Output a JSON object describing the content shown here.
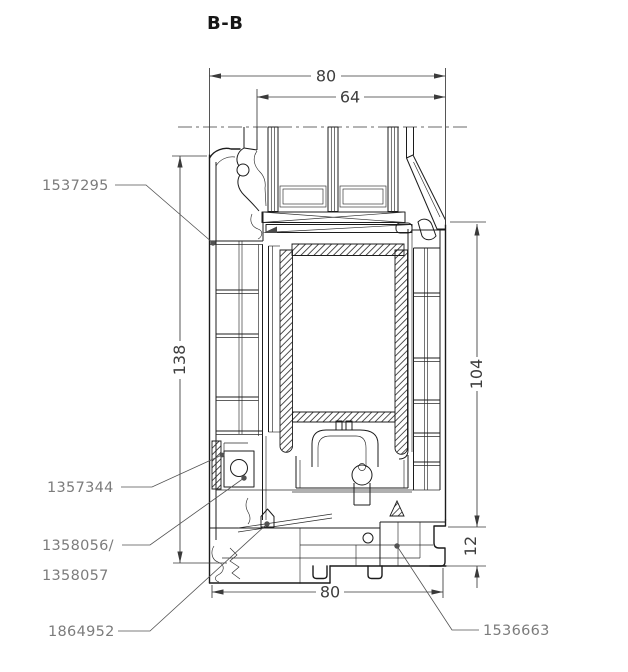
{
  "title": "B-B",
  "dimensions": {
    "top_outer": "80",
    "top_inner": "64",
    "left_height": "138",
    "right_height": "104",
    "right_bottom": "12",
    "bottom_width": "80"
  },
  "callouts": {
    "top_left": "1537295",
    "mid_left": "1357344",
    "lower_left_line1": "1358056/",
    "lower_left_line2": "1358057",
    "bottom_left": "1864952",
    "bottom_right": "1536663"
  },
  "colors": {
    "drawing_line": "#1c1c1c",
    "dimension_line": "#3a3a3a",
    "callout_text": "#7c7c7c",
    "background": "#ffffff"
  }
}
